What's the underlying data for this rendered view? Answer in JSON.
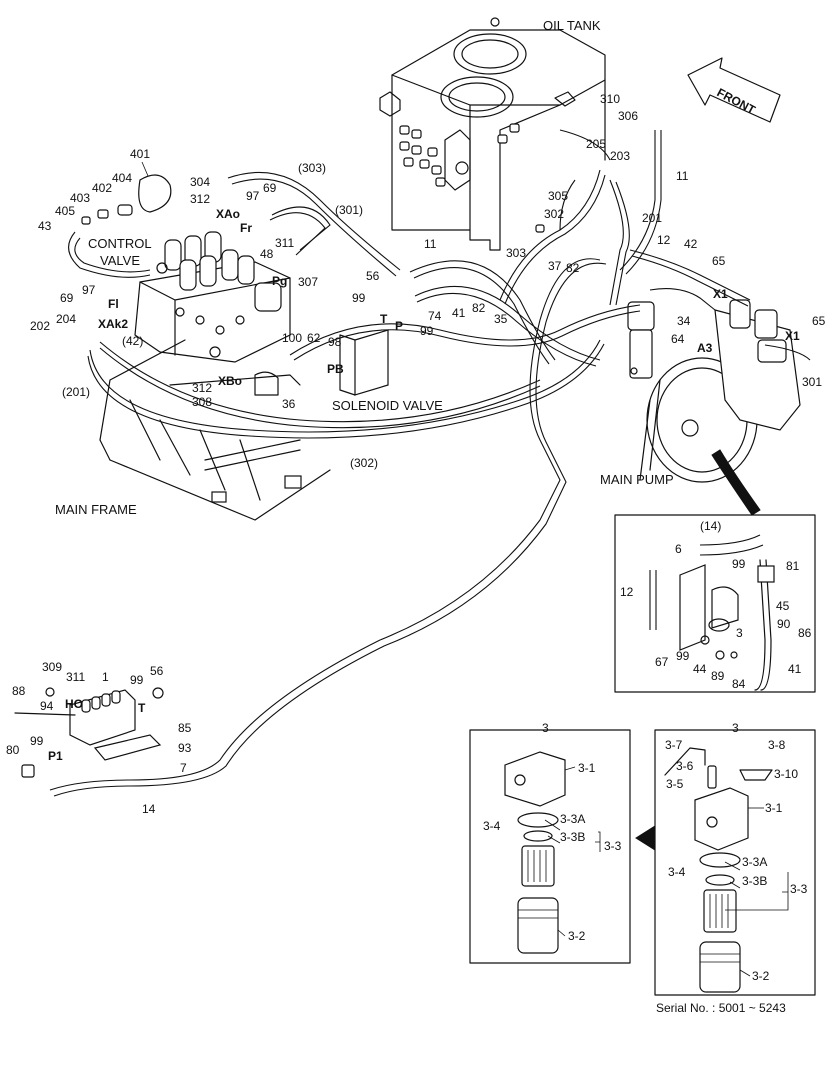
{
  "titles": {
    "oil_tank": "OIL TANK",
    "front": "FRONT",
    "control_valve_1": "CONTROL",
    "control_valve_2": "VALVE",
    "solenoid_valve": "SOLENOID VALVE",
    "main_frame": "MAIN FRAME",
    "main_pump": "MAIN PUMP",
    "serial": "Serial No. : 5001 ~ 5243"
  },
  "port_labels": [
    "XAo",
    "Fr",
    "Pg",
    "Fl",
    "XAk2",
    "XBo",
    "T",
    "P",
    "PB",
    "X1",
    "X1",
    "A3",
    "HO",
    "T",
    "P1"
  ],
  "part_numbers": {
    "main": [
      "401",
      "404",
      "402",
      "403",
      "405",
      "43",
      "304",
      "312",
      "97",
      "69",
      "(303)",
      "(301)",
      "48",
      "311",
      "307",
      "56",
      "99",
      "11",
      "41",
      "74",
      "99",
      "82",
      "35",
      "69",
      "97",
      "202",
      "204",
      "(42)",
      "(201)",
      "100",
      "62",
      "98",
      "312",
      "308",
      "36",
      "(302)",
      "310",
      "306",
      "205",
      "203",
      "11",
      "305",
      "302",
      "201",
      "303",
      "37",
      "82",
      "12",
      "42",
      "65",
      "34",
      "64",
      "65",
      "301"
    ],
    "detail_pump": [
      "(14)",
      "6",
      "99",
      "81",
      "12",
      "45",
      "90",
      "86",
      "67",
      "99",
      "3",
      "44",
      "89",
      "84",
      "41"
    ],
    "detail_block": [
      "309",
      "311",
      "1",
      "56",
      "88",
      "94",
      "99",
      "85",
      "93",
      "80",
      "99",
      "7",
      "14"
    ],
    "detail_filter_a": [
      "3",
      "3-1",
      "3-4",
      "3-3A",
      "3-3B",
      "3-3",
      "3-2"
    ],
    "detail_filter_b": [
      "3",
      "3-7",
      "3-8",
      "3-5",
      "3-6",
      "3-10",
      "3-1",
      "3-4",
      "3-3A",
      "3-3B",
      "3-3",
      "3-2"
    ]
  }
}
